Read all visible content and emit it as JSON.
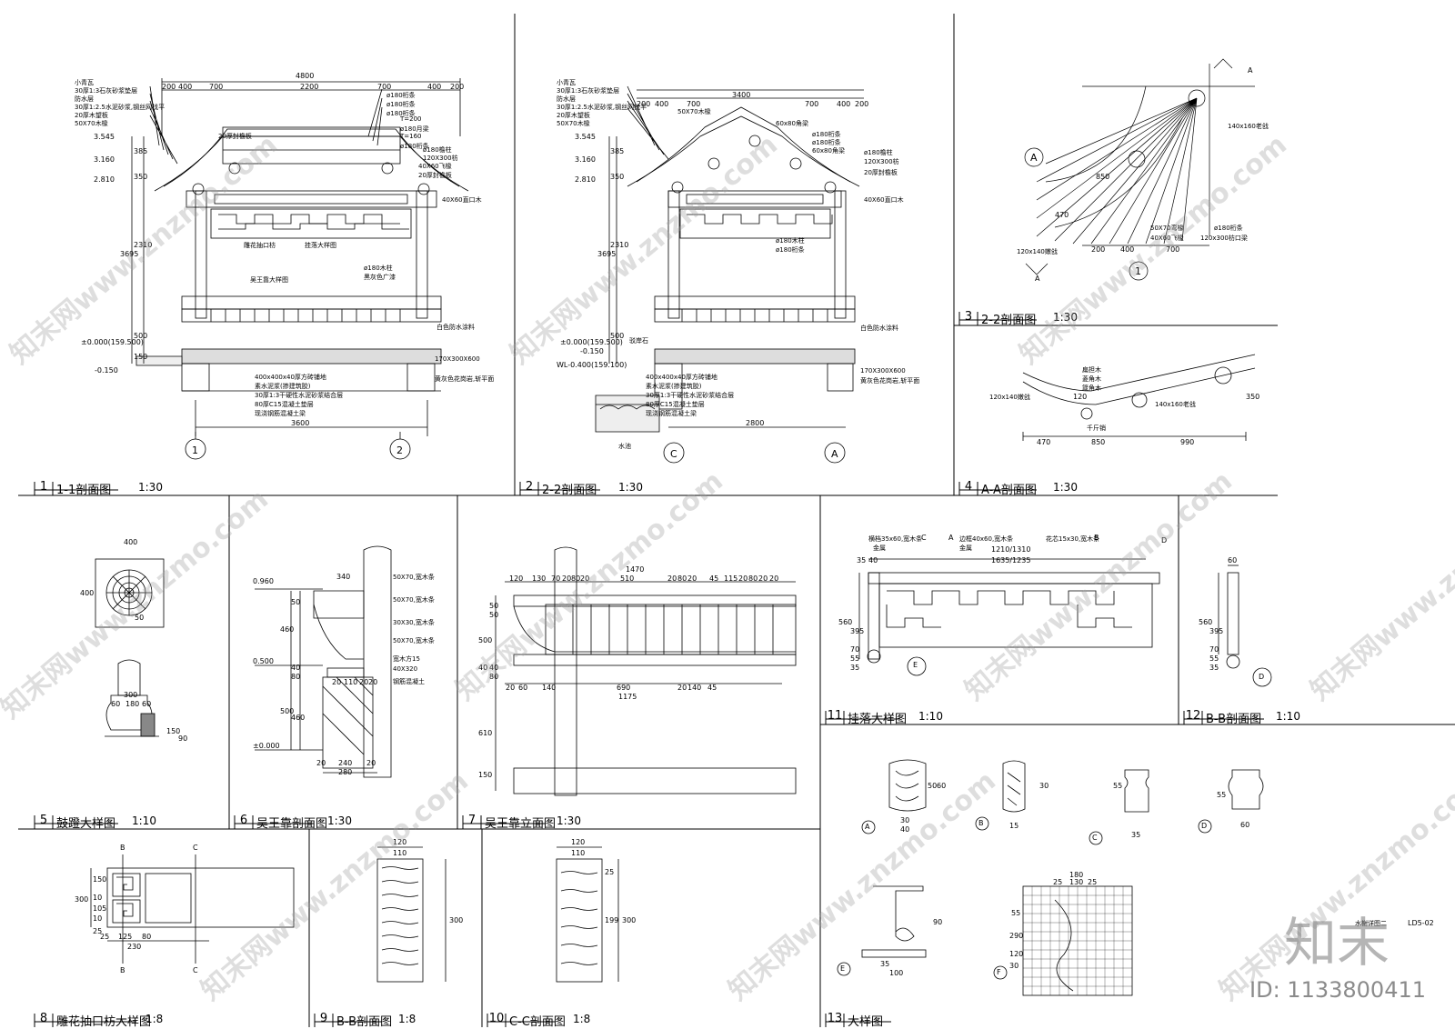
{
  "titles": [
    {
      "num": "1",
      "name": "1-1剖面图",
      "scale": "1:30"
    },
    {
      "num": "2",
      "name": "2-2剖面图",
      "scale": "1:30"
    },
    {
      "num": "3",
      "name": "2-2剖面图",
      "scale": "1:30"
    },
    {
      "num": "4",
      "name": "A-A剖面图",
      "scale": "1:30"
    },
    {
      "num": "5",
      "name": "鼓蹬大样图",
      "scale": "1:10"
    },
    {
      "num": "6",
      "name": "吴王靠剖面图",
      "scale": "1:30"
    },
    {
      "num": "7",
      "name": "吴王靠立面图",
      "scale": "1:30"
    },
    {
      "num": "8",
      "name": "雕花抽口枋大样图",
      "scale": "1:8"
    },
    {
      "num": "9",
      "name": "B-B剖面图",
      "scale": "1:8"
    },
    {
      "num": "10",
      "name": "C-C剖面图",
      "scale": "1:8"
    },
    {
      "num": "11",
      "name": "挂落大样图",
      "scale": "1:10"
    },
    {
      "num": "12",
      "name": "B-B剖面图",
      "scale": "1:10"
    },
    {
      "num": "13",
      "name": "大样图",
      "scale": ""
    }
  ],
  "section1": {
    "dims_top": [
      "4800",
      "200",
      "400",
      "700",
      "2200",
      "700",
      "400",
      "200"
    ],
    "elev": [
      "3.545",
      "3.160",
      "2.810",
      "±0.000(159.500)",
      "-0.150"
    ],
    "vert_dims": [
      "385",
      "350",
      "3695",
      "2310",
      "500",
      "150"
    ],
    "bottom_dim": "3600",
    "axes": [
      "1",
      "2"
    ],
    "notes_left": [
      "小青瓦",
      "30厚1:3石灰砂浆垫层",
      "防水层",
      "30厚1:2.5水泥砂浆,钢丝网找平",
      "20厚木望板",
      "50X70木椽"
    ],
    "notes_right": [
      "ø180桁条",
      "ø180桁条",
      "ø180桁条",
      "T=200",
      "ø180月梁",
      "T=160",
      "ø180桁条",
      "40X60飞椽",
      "20厚封檐板",
      "40X60直口木",
      "ø180檐柱",
      "120X300枋",
      "20厚封檐板"
    ],
    "notes_bottom": [
      "400x400x40厚方砖铺地",
      "素水泥浆(掺建筑胶)",
      "30厚1:3干硬性水泥砂浆结合层",
      "80厚C15混凝土垫层",
      "现浇钢筋混凝土梁"
    ],
    "misc": [
      "白色防水涂料",
      "170X300X600",
      "黄灰色花岗岩,斩平面",
      "吴王靠大样图",
      "挂落大样图",
      "雕花抽口枋",
      "ø180木柱",
      "黑灰色广漆"
    ]
  },
  "section2": {
    "dims_top": [
      "3400",
      "200",
      "400",
      "700",
      "700",
      "400",
      "200"
    ],
    "elev": [
      "3.545",
      "3.160",
      "2.810",
      "±0.000(159.500)",
      "-0.150",
      "WL-0.400(159.100)"
    ],
    "vert_dims": [
      "385",
      "350",
      "3695",
      "2310",
      "500"
    ],
    "bottom_dim": "2800",
    "axes": [
      "C",
      "A"
    ],
    "notes_left": [
      "小青瓦",
      "30厚1:3石灰砂浆垫层",
      "防水层",
      "30厚1:2.5水泥砂浆,钢丝网找平",
      "20厚木望板",
      "50X70木椽"
    ],
    "notes_right": [
      "ø180桁条",
      "60x80角梁",
      "ø180桁条",
      "60x80角梁",
      "ø180檐柱",
      "120X300枋",
      "20厚封檐板",
      "40X60直口木",
      "ø180木柱",
      "ø180桁条"
    ],
    "notes_bottom": [
      "400x400x40厚方砖铺地",
      "素水泥浆(掺建筑胶)",
      "30厚1:3干硬性水泥砂浆结合层",
      "80厚C15混凝土垫层",
      "现浇钢筋混凝土梁"
    ],
    "misc": [
      "驳岸石",
      "水池",
      "170X300X600",
      "黄灰色花岗岩,斩平面",
      "白色防水涂料",
      "50X70木椽"
    ]
  },
  "section3": {
    "dims": [
      "200",
      "400",
      "700",
      "470",
      "850"
    ],
    "notes": [
      "140x160老戗",
      "120x140嫩戗",
      "50X70弯椽",
      "40X60飞椽",
      "ø180桁条",
      "120x300枋口梁"
    ],
    "markers": [
      "A",
      "1",
      "A",
      "A"
    ]
  },
  "section4": {
    "dims": [
      "470",
      "850",
      "990",
      "350",
      "120"
    ],
    "notes": [
      "120x140嫩戗",
      "140x160老戗",
      "扁担木",
      "菱角木",
      "箴角木",
      "千斤销"
    ]
  },
  "detail5": {
    "dims": [
      "400",
      "400",
      "300",
      "60",
      "180",
      "60",
      "150",
      "90",
      "50"
    ]
  },
  "detail6": {
    "elev": [
      "0.960",
      "0.500",
      "±0.000"
    ],
    "dims": [
      "340",
      "460",
      "500",
      "460",
      "240",
      "280",
      "20",
      "20",
      "110",
      "20",
      "20",
      "20",
      "80",
      "40",
      "50"
    ],
    "notes": [
      "50X70,宽木条",
      "50X70,宽木条",
      "30X30,宽木条",
      "50X70,宽木条",
      "宽木方15",
      "40X320",
      "钢筋混凝土"
    ]
  },
  "detail7": {
    "dims_top": [
      "1470",
      "120",
      "130",
      "70",
      "20",
      "80",
      "20",
      "510",
      "20",
      "80",
      "20",
      "45",
      "115",
      "20",
      "80",
      "20",
      "20"
    ],
    "dims_bottom": [
      "20",
      "60",
      "140",
      "690",
      "20",
      "140",
      "45",
      "1175"
    ],
    "vert": [
      "500",
      "40",
      "80",
      "40",
      "610",
      "150",
      "50",
      "50"
    ]
  },
  "detail8": {
    "dims": [
      "300",
      "150",
      "10",
      "105",
      "10",
      "25",
      "125",
      "80",
      "230",
      "25"
    ],
    "cuts": [
      "B",
      "C",
      "B",
      "C"
    ]
  },
  "detail9": {
    "dims": [
      "120",
      "110",
      "300"
    ]
  },
  "detail10": {
    "dims": [
      "120",
      "110",
      "300",
      "199",
      "25"
    ]
  },
  "detail11": {
    "notes": [
      "横档35x60,宽木条",
      "边框40x60,宽木条",
      "花芯15x30,宽木条",
      "金属",
      "金属"
    ],
    "dims": [
      "1210/1310",
      "1635/1235",
      "35",
      "40",
      "560",
      "395",
      "70",
      "55",
      "35"
    ],
    "markers": [
      "C",
      "A",
      "B",
      "D",
      "E"
    ]
  },
  "detail12": {
    "dims": [
      "60",
      "560",
      "395",
      "70",
      "55",
      "35"
    ],
    "markers": [
      "D"
    ]
  },
  "detail13": {
    "marks": [
      "A",
      "B",
      "C",
      "D",
      "E",
      "F"
    ],
    "dims": [
      "30",
      "40",
      "50",
      "60",
      "15",
      "30",
      "55",
      "35",
      "55",
      "60",
      "35",
      "100",
      "180",
      "25",
      "130",
      "25",
      "55",
      "90",
      "290",
      "120",
      "30"
    ],
    "notes": [
      "水榭详图二",
      "LD5-02"
    ]
  },
  "watermark": {
    "text": "知末网www.znzmo.com",
    "brand": "知末",
    "id": "ID: 1133800411"
  }
}
